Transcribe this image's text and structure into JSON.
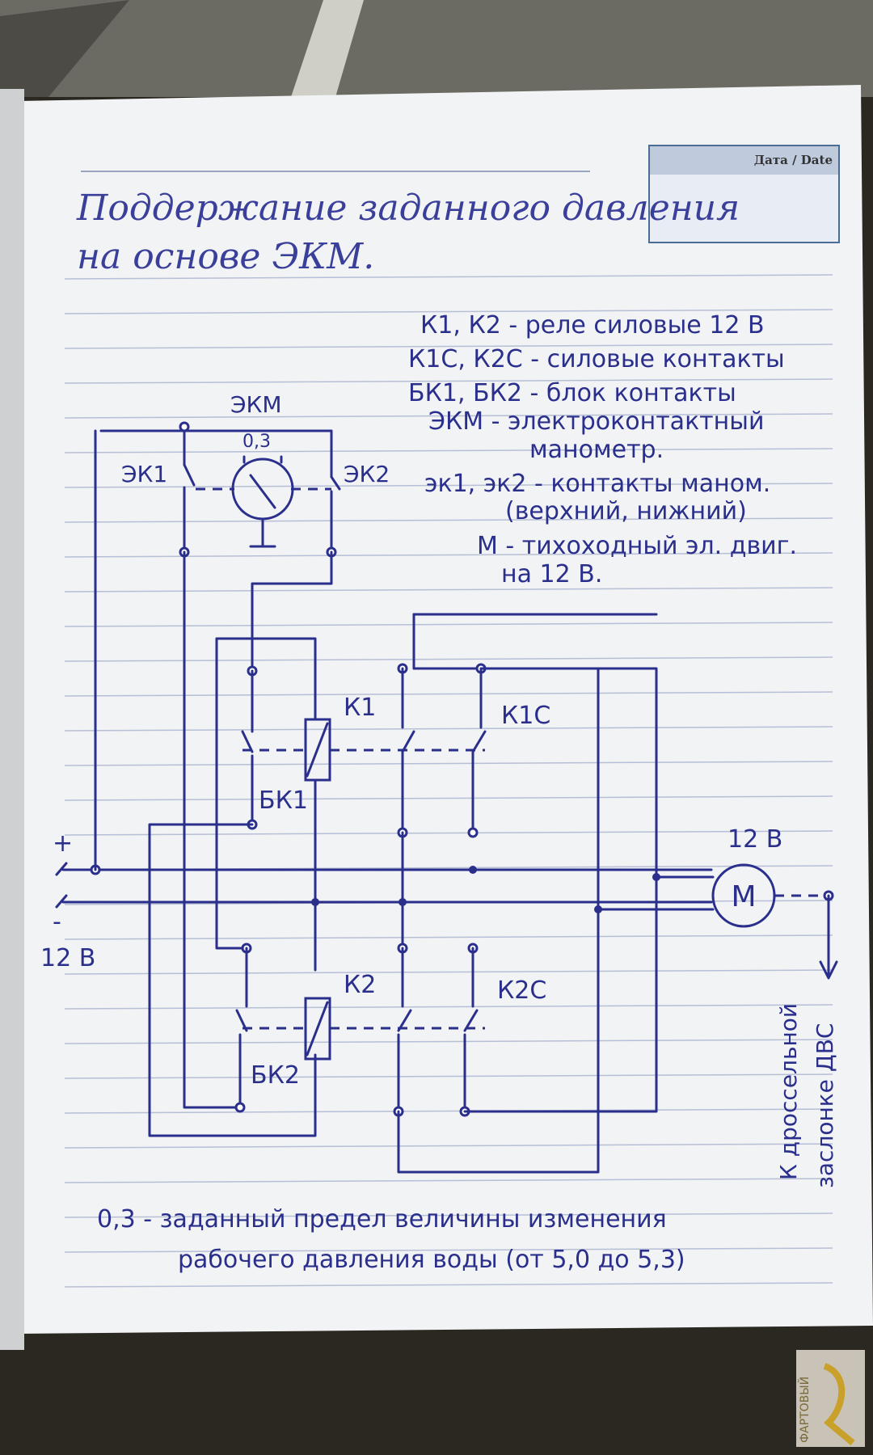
{
  "header": {
    "date_label": "Дата / Date",
    "title_line1": "Поддержание заданного давления",
    "title_line2": "на основе ЭКМ."
  },
  "legend": [
    "К1, К2 - реле силовые 12 В",
    "К1С, К2С - силовые контакты",
    "БК1, БК2 - блок контакты",
    "ЭКМ - электроконтактный",
    "манометр.",
    "эк1, эк2 - контакты маном.",
    "(верхний, нижний)",
    "М - тихоходный эл. двиг.",
    "на 12 В."
  ],
  "diagram": {
    "ekm_label": "ЭКМ",
    "gauge_value": "0,3",
    "ek1_label": "ЭК1",
    "ek2_label": "ЭК2",
    "k1_label": "К1",
    "k1c_label": "К1С",
    "bk1_label": "БК1",
    "k2_label": "К2",
    "k2c_label": "К2С",
    "bk2_label": "БК2",
    "plus_label": "+",
    "minus_label": "-",
    "supply_label": "12 В",
    "motor_voltage_label": "12 В",
    "motor_label": "М",
    "throttle_label_line1": "К дроссельной",
    "throttle_label_line2": "заслонке ДВС"
  },
  "footnote": {
    "line1": "0,3 - заданный предел величины изменения",
    "line2": "рабочего давления воды (от 5,0 до 5,3)"
  },
  "watermark": "ФАРТОВЫЙ",
  "colors": {
    "ink": "#2a2f8c",
    "paper": "#f3f4f6",
    "rule": "#b7bfd6"
  }
}
